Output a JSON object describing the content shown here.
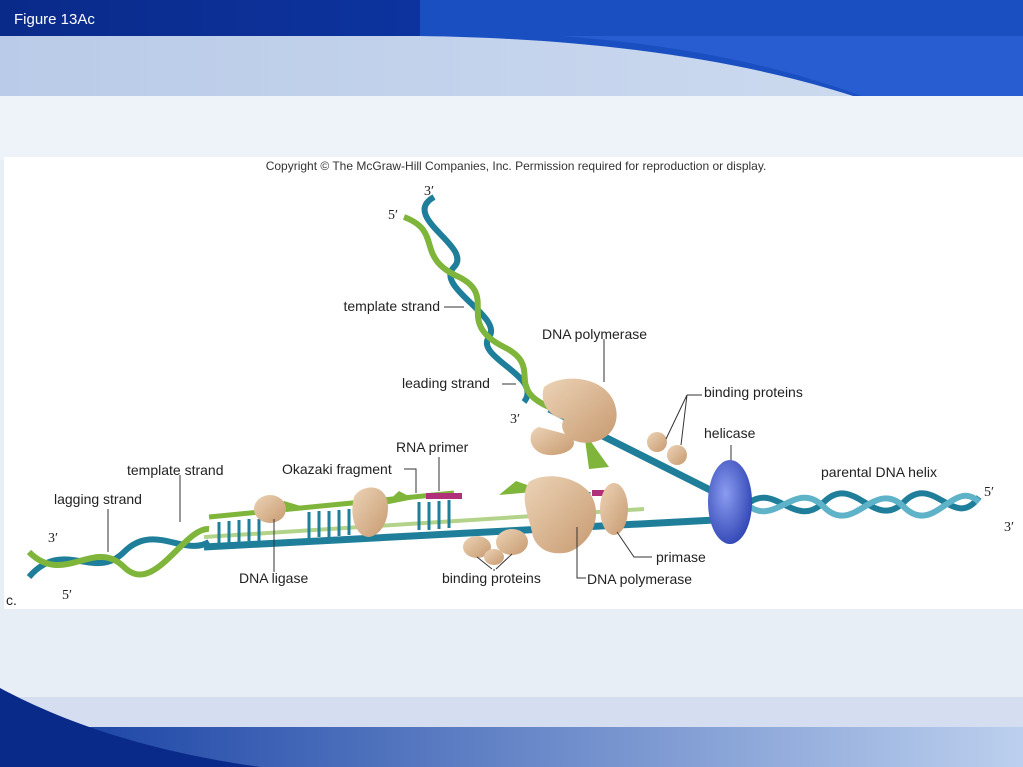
{
  "slide": {
    "title": "Figure 13Ac"
  },
  "figure": {
    "copyright": "Copyright © The McGraw-Hill Companies, Inc. Permission required for reproduction or display.",
    "panel_letter": "c.",
    "labels": {
      "template_strand_top": "template strand",
      "dna_polymerase_top": "DNA polymerase",
      "leading_strand": "leading strand",
      "binding_proteins_top": "binding proteins",
      "helicase": "helicase",
      "parental_dna_helix": "parental DNA helix",
      "rna_primer": "RNA primer",
      "okazaki_fragment": "Okazaki fragment",
      "template_strand_left": "template strand",
      "lagging_strand": "lagging strand",
      "dna_ligase": "DNA ligase",
      "binding_proteins_bottom": "binding proteins",
      "dna_polymerase_bottom": "DNA polymerase",
      "primase": "primase"
    },
    "ends": {
      "top_3": "3′",
      "top_5": "5′",
      "leading_3": "3′",
      "right_5": "5′",
      "right_3": "3′",
      "left_3": "3′",
      "left_5": "5′"
    }
  },
  "colors": {
    "header_dark": "#0a2a8a",
    "header_mid": "#1f57c9",
    "strand_teal": "#1f7f9a",
    "strand_green": "#7fb53a",
    "protein_tan": "#d9b48f",
    "helicase_blue": "#3b4fc4",
    "primer_magenta": "#b0307a"
  }
}
